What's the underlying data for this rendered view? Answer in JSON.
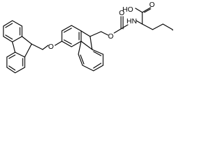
{
  "molecule": {
    "atom_labels": {
      "ho": "HO",
      "carbonyl_o_acid": "O",
      "nh": "HN",
      "carbamate_o_carbonyl": "O",
      "carbamate_o_ester": "O",
      "ether_o": "O"
    },
    "colors": {
      "bond": "#000000",
      "label": "#000000",
      "background": "#ffffff"
    }
  }
}
